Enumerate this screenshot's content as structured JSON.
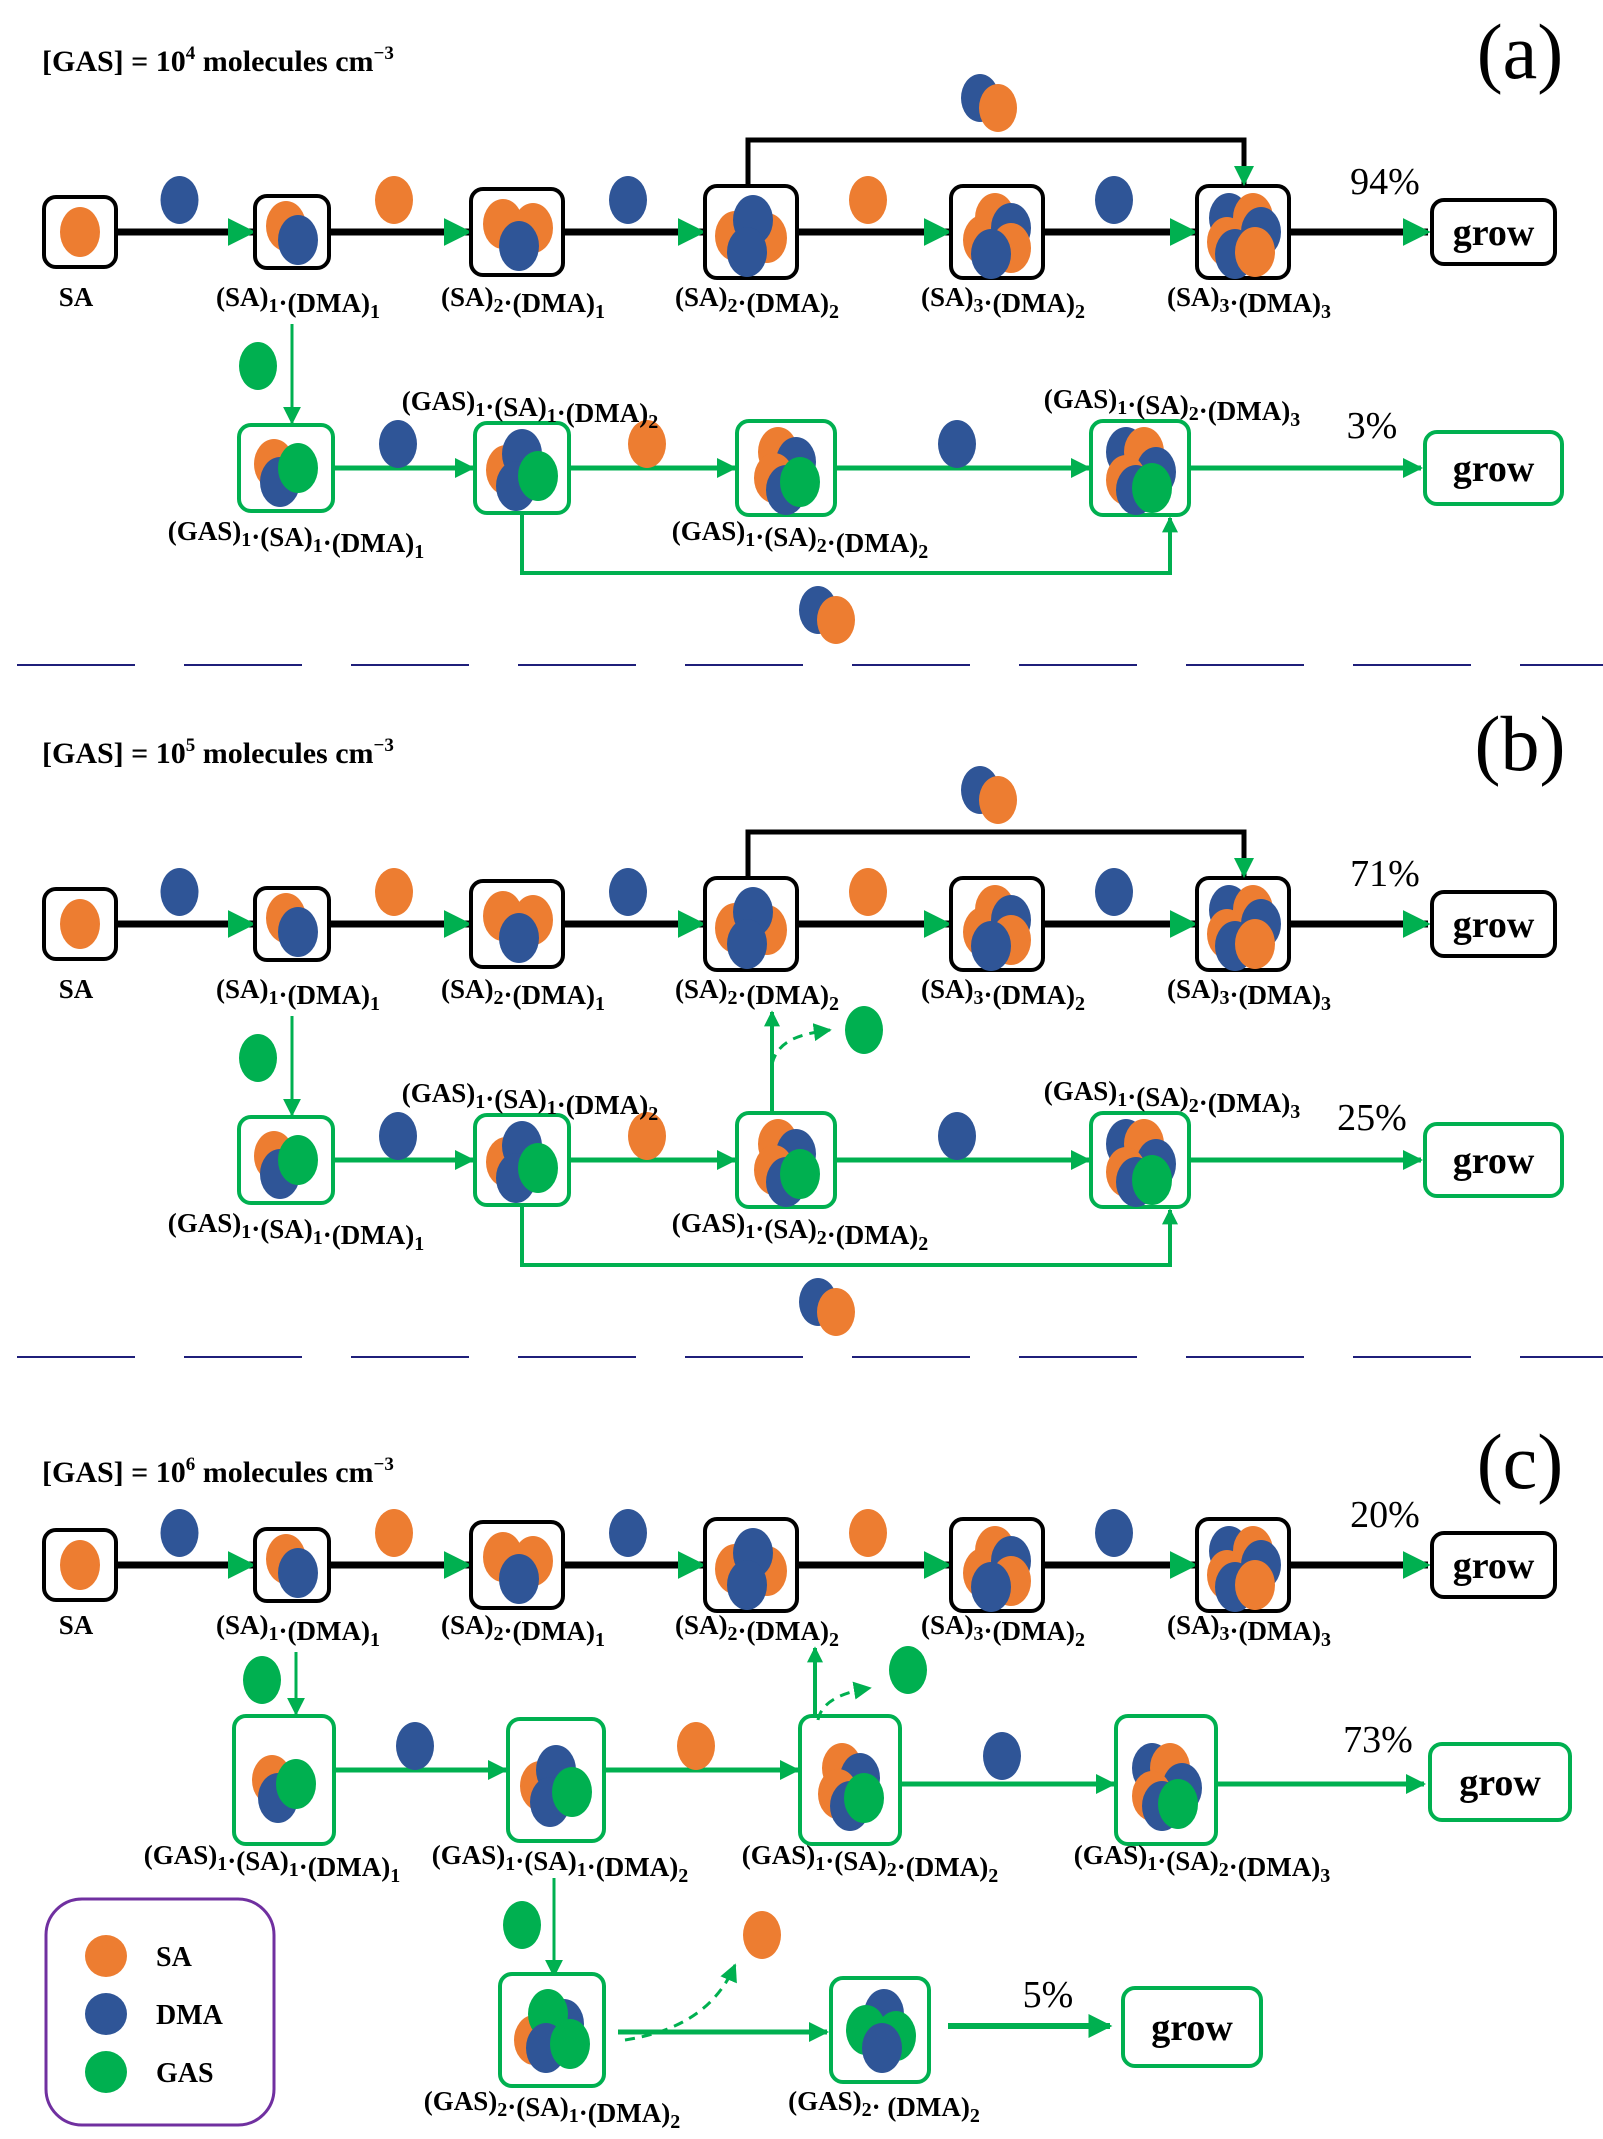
{
  "colors": {
    "SA": "#ED7D31",
    "DMA": "#2F5597",
    "GAS": "#00B050",
    "black_path": "#000000",
    "green_path": "#00B050",
    "separator": "#1F1F7A",
    "legend_border": "#7030A0"
  },
  "grow_label": "grow",
  "panels": [
    {
      "id": "a",
      "label": "(a)",
      "title": "[GAS] = 10",
      "title_exp": "4",
      "title_unit": " molecules cm",
      "title_unit_exp": "−3",
      "top_row": {
        "species": [
          "SA",
          "(SA)1·(DMA)1",
          "(SA)2·(DMA)1",
          "(SA)2·(DMA)2",
          "(SA)3·(DMA)2",
          "(SA)3·(DMA)3"
        ],
        "added": [
          "DMA",
          "SA",
          "DMA",
          "SA",
          "DMA"
        ],
        "bypass_added": "SA+DMA",
        "percent": "94%"
      },
      "green_row": {
        "species": [
          "(GAS)1·(SA)1·(DMA)1",
          "(GAS)1·(SA)1·(DMA)2",
          "(GAS)1·(SA)2·(DMA)2",
          "(GAS)1·(SA)2·(DMA)3"
        ],
        "entry_added": "GAS",
        "added": [
          "DMA",
          "SA",
          "DMA"
        ],
        "bypass_added": "SA+DMA",
        "percent": "3%"
      }
    },
    {
      "id": "b",
      "label": "(b)",
      "title": "[GAS] = 10",
      "title_exp": "5",
      "title_unit": " molecules cm",
      "title_unit_exp": "−3",
      "top_row": {
        "species": [
          "SA",
          "(SA)1·(DMA)1",
          "(SA)2·(DMA)1",
          "(SA)2·(DMA)2",
          "(SA)3·(DMA)2",
          "(SA)3·(DMA)3"
        ],
        "added": [
          "DMA",
          "SA",
          "DMA",
          "SA",
          "DMA"
        ],
        "bypass_added": "SA+DMA",
        "percent": "71%"
      },
      "green_row": {
        "species": [
          "(GAS)1·(SA)1·(DMA)1",
          "(GAS)1·(SA)1·(DMA)2",
          "(GAS)1·(SA)2·(DMA)2",
          "(GAS)1·(SA)2·(DMA)3"
        ],
        "entry_added": "GAS",
        "added": [
          "DMA",
          "SA",
          "DMA"
        ],
        "bypass_added": "SA+DMA",
        "evaporated": "GAS",
        "percent": "25%"
      }
    },
    {
      "id": "c",
      "label": "(c)",
      "title": "[GAS] = 10",
      "title_exp": "6",
      "title_unit": " molecules cm",
      "title_unit_exp": "−3",
      "top_row": {
        "species": [
          "SA",
          "(SA)1·(DMA)1",
          "(SA)2·(DMA)1",
          "(SA)2·(DMA)2",
          "(SA)3·(DMA)2",
          "(SA)3·(DMA)3"
        ],
        "added": [
          "DMA",
          "SA",
          "DMA",
          "SA",
          "DMA"
        ],
        "percent": "20%"
      },
      "green_row": {
        "species": [
          "(GAS)1·(SA)1·(DMA)1",
          "(GAS)1·(SA)1·(DMA)2",
          "(GAS)1·(SA)2·(DMA)2",
          "(GAS)1·(SA)2·(DMA)3"
        ],
        "entry_added": "GAS",
        "added": [
          "DMA",
          "SA",
          "DMA"
        ],
        "evaporated": "GAS",
        "percent": "73%"
      },
      "third_row": {
        "species": [
          "(GAS)2·(SA)1·(DMA)2",
          "(GAS)2· (DMA)2"
        ],
        "entry_added": "GAS",
        "evaporated": "SA",
        "percent": "5%"
      }
    }
  ],
  "legend": {
    "items": [
      {
        "name": "SA",
        "label": "SA"
      },
      {
        "name": "DMA",
        "label": "DMA"
      },
      {
        "name": "GAS",
        "label": "GAS"
      }
    ]
  }
}
